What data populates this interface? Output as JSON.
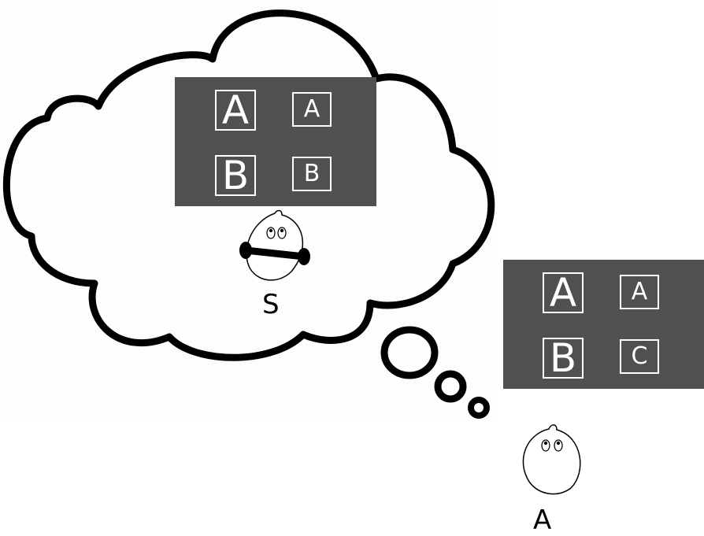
{
  "believed_panel": {
    "tiles": [
      {
        "row": 0,
        "col": 0,
        "size": "big",
        "letter": "A"
      },
      {
        "row": 0,
        "col": 1,
        "size": "small",
        "letter": "A"
      },
      {
        "row": 1,
        "col": 0,
        "size": "big",
        "letter": "B"
      },
      {
        "row": 1,
        "col": 1,
        "size": "small",
        "letter": "B"
      }
    ]
  },
  "actual_panel": {
    "tiles": [
      {
        "row": 0,
        "col": 0,
        "size": "big",
        "letter": "A"
      },
      {
        "row": 0,
        "col": 1,
        "size": "small",
        "letter": "A"
      },
      {
        "row": 1,
        "col": 0,
        "size": "big",
        "letter": "B"
      },
      {
        "row": 1,
        "col": 1,
        "size": "small",
        "letter": "C"
      }
    ]
  },
  "agents": {
    "imagined_agent_label": "S",
    "real_agent_label": "A"
  },
  "colors": {
    "panel": "#505050",
    "tile_border": "#ffffff",
    "outline": "#000000"
  }
}
